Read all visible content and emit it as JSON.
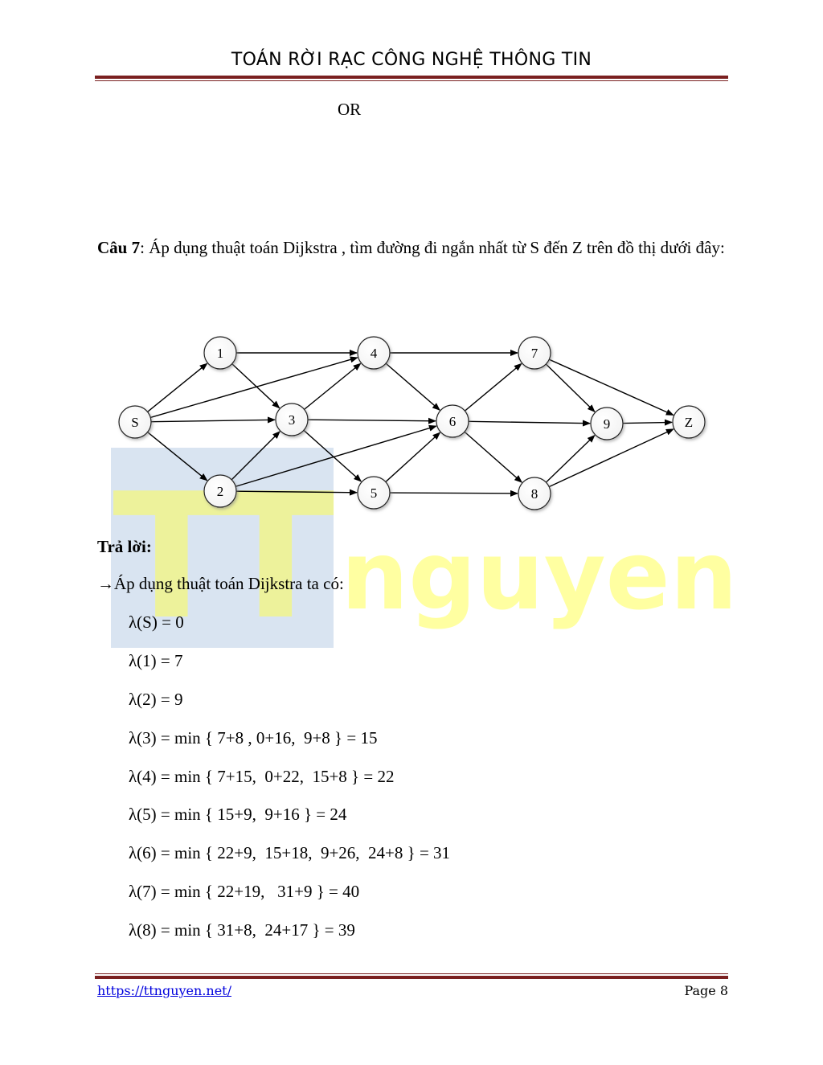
{
  "header": {
    "title": "TOÁN RỜI RẠC CÔNG NGHỆ THÔNG TIN"
  },
  "or_text": "OR",
  "question": {
    "label": "Câu 7",
    "text": ": Áp dụng  thuật toán Dijkstra , tìm đường đi ngắn nhất từ S đến Z trên đồ thị dưới đây:"
  },
  "graph": {
    "nodes": [
      "S",
      "1",
      "2",
      "3",
      "4",
      "5",
      "6",
      "7",
      "8",
      "9",
      "Z"
    ],
    "edges": [
      [
        "S",
        "1"
      ],
      [
        "S",
        "4"
      ],
      [
        "S",
        "3"
      ],
      [
        "S",
        "2"
      ],
      [
        "1",
        "4"
      ],
      [
        "1",
        "3"
      ],
      [
        "2",
        "3"
      ],
      [
        "2",
        "6"
      ],
      [
        "2",
        "5"
      ],
      [
        "3",
        "4"
      ],
      [
        "3",
        "6"
      ],
      [
        "3",
        "5"
      ],
      [
        "4",
        "7"
      ],
      [
        "4",
        "6"
      ],
      [
        "5",
        "6"
      ],
      [
        "5",
        "8"
      ],
      [
        "6",
        "7"
      ],
      [
        "6",
        "9"
      ],
      [
        "6",
        "8"
      ],
      [
        "7",
        "9"
      ],
      [
        "7",
        "Z"
      ],
      [
        "8",
        "9"
      ],
      [
        "8",
        "Z"
      ],
      [
        "9",
        "Z"
      ]
    ]
  },
  "watermark": {
    "part1": "TT",
    "part2": "nguyen"
  },
  "answer": {
    "title": "Trả lời:",
    "arrow": "→",
    "intro": "Áp dụng thuật toán Dijkstra ta có:",
    "lines": [
      "λ(S) = 0",
      "λ(1) = 7",
      "λ(2) = 9",
      "λ(3) = min { 7+8 , 0+16,  9+8 } = 15",
      "λ(4) = min { 7+15,  0+22,  15+8 } = 22",
      "λ(5) = min { 15+9,  9+16 } = 24",
      "λ(6) = min { 22+9,  15+18,  9+26,  24+8 } = 31",
      "λ(7) = min { 22+19,   31+9 } = 40",
      "λ(8) = min { 31+8,  24+17 } = 39"
    ]
  },
  "footer": {
    "link": "https://ttnguyen.net/",
    "page": "Page 8"
  },
  "colors": {
    "rule": "#7a2020",
    "link": "#0000dd"
  }
}
